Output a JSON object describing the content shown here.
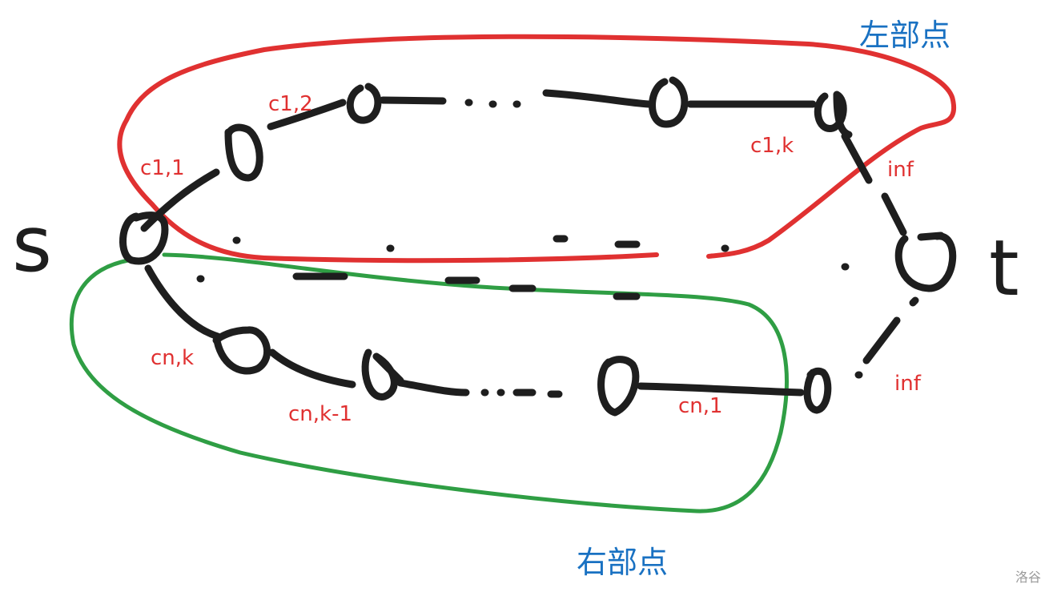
{
  "labels": {
    "source": "s",
    "sink": "t",
    "left_part": "左部点",
    "right_part": "右部点",
    "top_edges": [
      "c1,1",
      "c1,2",
      "c1,k"
    ],
    "bottom_edges": [
      "cn,k",
      "cn,k-1",
      "cn,1"
    ],
    "inf_top": "inf",
    "inf_bottom": "inf",
    "watermark": "洛谷"
  },
  "colors": {
    "left_group": "#e03131",
    "right_group": "#2f9e44",
    "group_label": "#1971c2",
    "ink": "#1e1e1e"
  }
}
